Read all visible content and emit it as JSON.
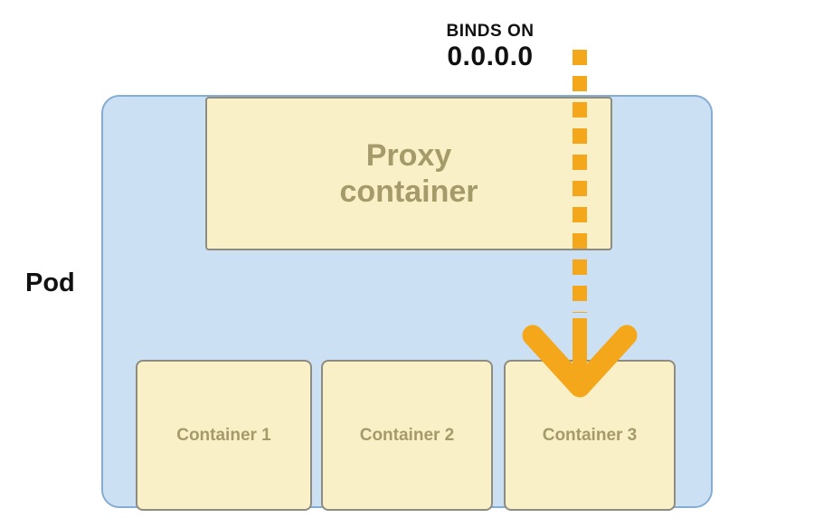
{
  "diagram": {
    "pod_label": "Pod",
    "proxy_label": "Proxy container",
    "containers": [
      {
        "label": "Container 1"
      },
      {
        "label": "Container 2"
      },
      {
        "label": "Container 3"
      }
    ],
    "annotation": {
      "line1": "BINDS ON",
      "line2": "0.0.0.0"
    },
    "colors": {
      "pod_fill": "#CCE0F4",
      "pod_border": "#85ACD3",
      "box_fill": "#FAF0C8",
      "box_border": "#8E8C80",
      "box_text": "#A49A6A",
      "arrow": "#F5A71C",
      "label_text": "#111111"
    }
  }
}
